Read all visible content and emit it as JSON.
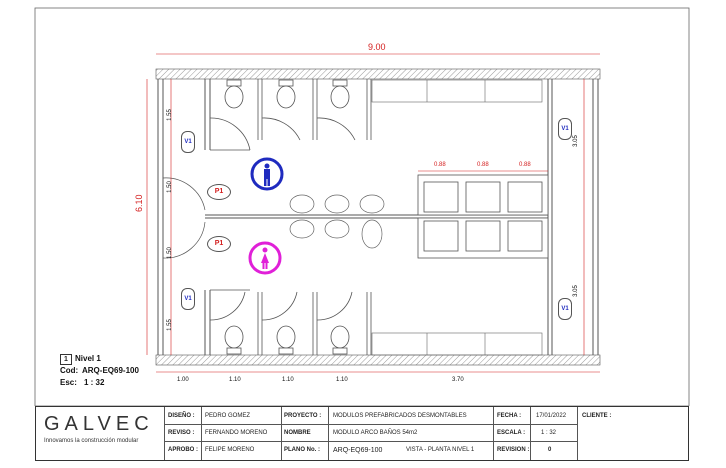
{
  "drawing": {
    "overall_width": "9.00",
    "overall_height": "6.10",
    "left_dims": [
      "1.55",
      "1.50",
      "1.50",
      "1.55"
    ],
    "right_dims": [
      "3.05",
      "3.05"
    ],
    "bottom_dims": [
      "1.00",
      "1.10",
      "1.10",
      "1.10",
      "3.70"
    ],
    "urinal_dims": [
      "0.88",
      "0.88",
      "0.88"
    ],
    "doors": [
      "P1",
      "P1"
    ],
    "windows": [
      "V1",
      "V1",
      "V1",
      "V1"
    ],
    "colors": {
      "male": "#1f2bbf",
      "female": "#e020d8",
      "dimension": "#d42020",
      "wall": "#555555"
    }
  },
  "plan_info": {
    "level_no": "1",
    "level_name": "Nivel 1",
    "code_label": "Cod:",
    "code": "ARQ-EQ69-100",
    "scale_label": "Esc:",
    "scale": "1 : 32"
  },
  "title_block": {
    "logo_name": "GALVEC",
    "logo_tagline": "Innovamos la construcción modular",
    "diseno_label": "DISEÑO :",
    "diseno": "PEDRO GOMEZ",
    "proyecto_label": "PROYECTO :",
    "proyecto": "MODULOS PREFABRICADOS DESMONTABLES",
    "fecha_label": "FECHA :",
    "fecha": "17/01/2022",
    "cliente_label": "CLIENTE :",
    "reviso_label": "REVISO :",
    "reviso": "FERNANDO MORENO",
    "nombre_label": "NOMBRE",
    "nombre": "MODULO ARCO BAÑOS 54m2",
    "escala_label": "ESCALA :",
    "escala": "1 : 32",
    "aprobo_label": "APROBO :",
    "aprobo": "FELIPE MORENO",
    "plano_label": "PLANO No. :",
    "plano": "ARQ-EQ69-100",
    "vista": "VISTA - PLANTA NIVEL 1",
    "revision_label": "REVISION :",
    "revision": "0"
  }
}
